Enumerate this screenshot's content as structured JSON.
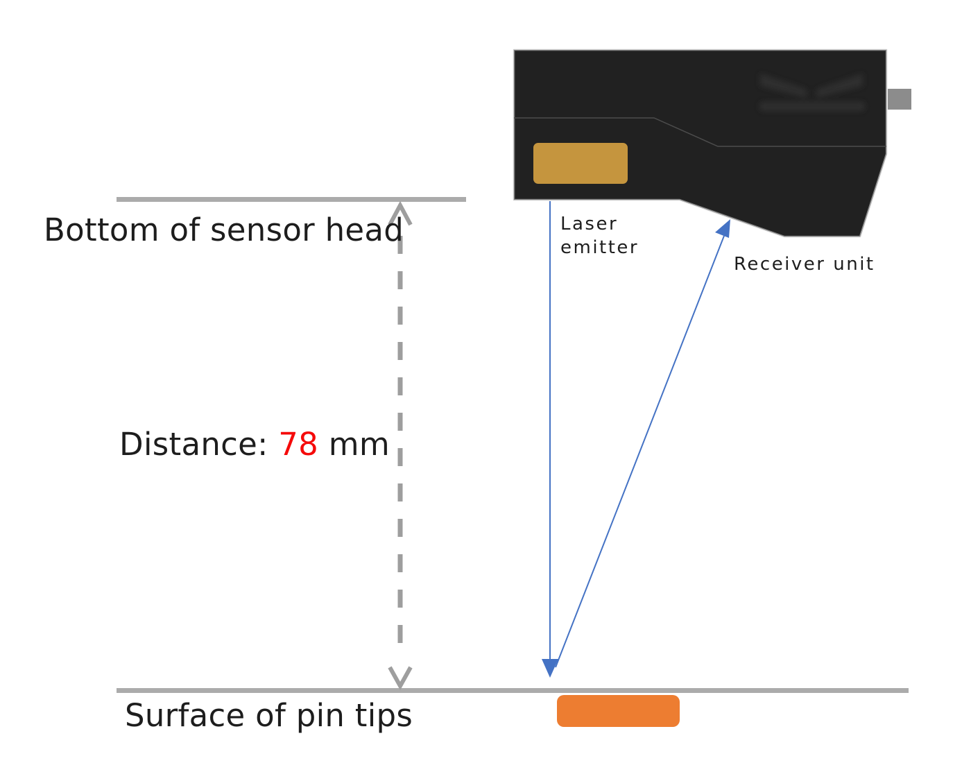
{
  "diagram": {
    "labels": {
      "bottom_of_sensor_head": "Bottom of sensor head",
      "surface_of_pin_tips": "Surface of pin tips",
      "laser_emitter": "Laser emitter",
      "receiver_unit": "Receiver unit",
      "distance_prefix": "Distance:",
      "distance_value": "78",
      "distance_unit": "mm"
    },
    "measurement": {
      "distance_mm": 78,
      "measured_between": [
        "Bottom of sensor head",
        "Surface of pin tips"
      ]
    },
    "colors": {
      "text_black": "#1D1D1D",
      "distance_value_red": "#F50A0A",
      "reference_line_gray": "#ABABAB",
      "dimension_arrow_gray": "#9E9E9E",
      "beam_blue": "#4472C4",
      "sensor_body_black": "#212121",
      "sensor_outline_gray": "#ADADAD",
      "sensor_seam_gray": "#4D4D4D",
      "emitter_window_gold": "#C5953E",
      "connector_tab_gray": "#8C8C8C",
      "pin_block_orange": "#ED7D31",
      "logo_smudge_gray": "#333333"
    }
  }
}
